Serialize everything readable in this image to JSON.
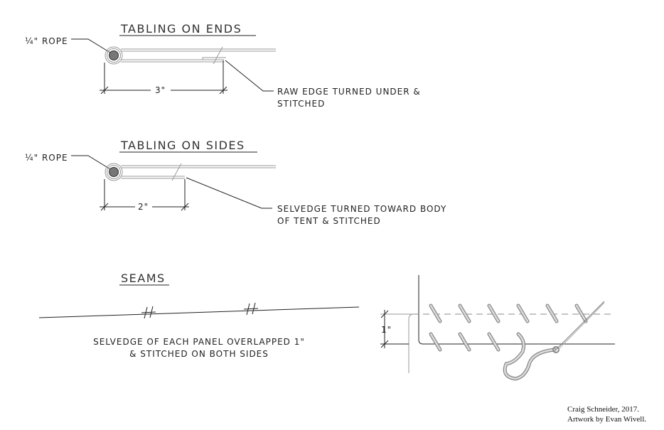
{
  "tabling_ends": {
    "title": "TABLING ON ENDS",
    "rope_label": "¼\" ROPE",
    "dimension": "3\"",
    "note_line1": "RAW EDGE TURNED UNDER &",
    "note_line2": "STITCHED"
  },
  "tabling_sides": {
    "title": "TABLING ON SIDES",
    "rope_label": "¼\" ROPE",
    "dimension": "2\"",
    "note_line1": "SELVEDGE TURNED TOWARD BODY",
    "note_line2": "OF TENT & STITCHED"
  },
  "seams": {
    "title": "SEAMS",
    "note_line1": "SELVEDGE OF EACH PANEL OVERLAPPED 1\"",
    "note_line2": "& STITCHED ON BOTH SIDES",
    "detail_dimension": "1\""
  },
  "credits": {
    "line1": "Craig Schneider, 2017.",
    "line2": "Artwork by Evan Wivell."
  }
}
